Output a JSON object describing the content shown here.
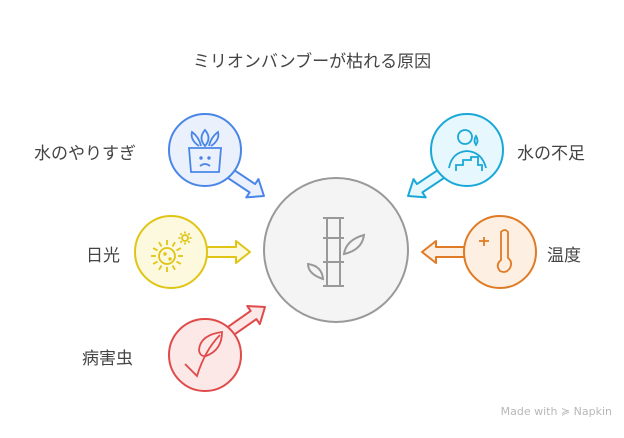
{
  "title": "ミリオンバンブーが枯れる原因",
  "center": {
    "icon": "bamboo-icon",
    "color": "#999999",
    "fill": "#f4f4f4"
  },
  "factors": [
    {
      "id": "overwatering",
      "label": "水のやりすぎ",
      "icon": "sad-plant-pot-icon",
      "color": "#4a86e8",
      "fill": "#eaf1fd"
    },
    {
      "id": "water-shortage",
      "label": "水の不足",
      "icon": "thirsty-person-icon",
      "color": "#1aa8d8",
      "fill": "#e6f7fd"
    },
    {
      "id": "sunlight",
      "label": "日光",
      "icon": "sun-icon",
      "color": "#e0c416",
      "fill": "#fdf9de"
    },
    {
      "id": "temperature",
      "label": "温度",
      "icon": "thermometer-icon",
      "color": "#e07b25",
      "fill": "#fdefe2"
    },
    {
      "id": "pests",
      "label": "病害虫",
      "icon": "leaf-icon",
      "color": "#e04a4a",
      "fill": "#fde8e8"
    }
  ],
  "watermark": "Made with ≽ Napkin"
}
